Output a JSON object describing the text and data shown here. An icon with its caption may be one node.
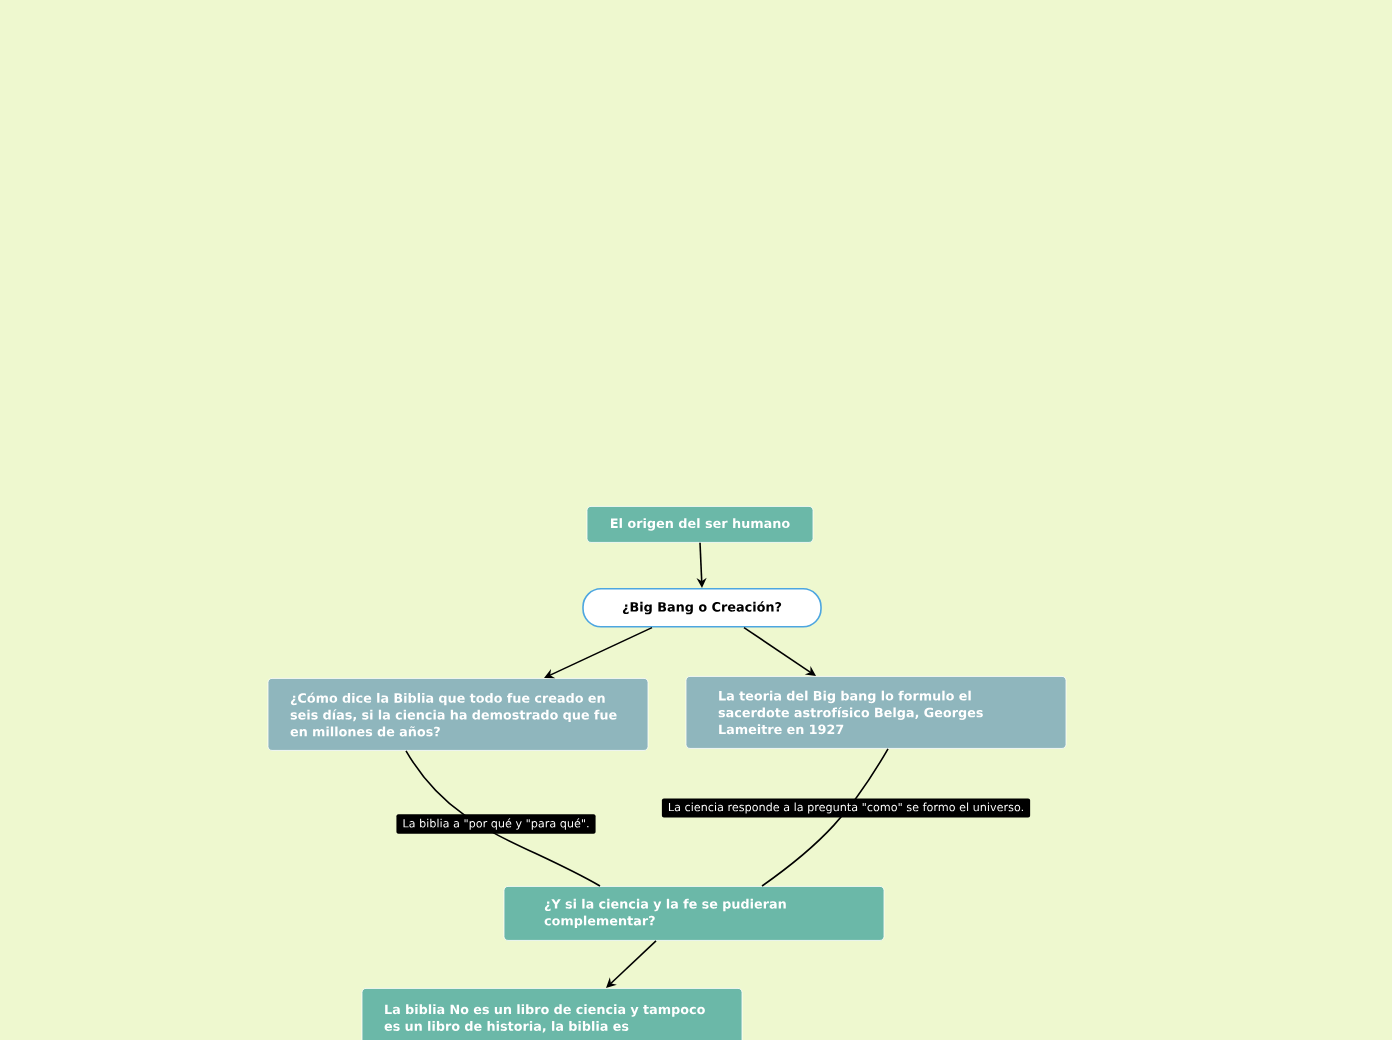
{
  "diagram": {
    "nodes": [
      {
        "text": [
          "El origen del ser humano"
        ]
      },
      {
        "text": [
          "¿Big Bang o Creación?"
        ]
      },
      {
        "text": [
          "¿Cómo dice la Biblia que todo fue creado en seis días, si la ciencia ha demostrado que fue en millones de años?"
        ]
      },
      {
        "text": [
          "La teoria del Big bang lo formulo el sacerdote astrofísico Belga, Georges Lameitre en 1927"
        ]
      },
      {
        "text": [
          "¿Y si la ciencia y la fe se pudieran complementar?"
        ]
      },
      {
        "text": [
          "La biblia No es un libro de ciencia y tampoco es un libro de historia, la biblia es"
        ]
      }
    ],
    "edges": [
      {
        "from": 0,
        "to": 1,
        "arrow": "to"
      },
      {
        "from": 1,
        "to": 2,
        "arrow": "to"
      },
      {
        "from": 1,
        "to": 3,
        "arrow": "to"
      },
      {
        "from": 2,
        "to": 4,
        "arrow": "none",
        "label": "La biblia a \"por qué y \"para qué\"."
      },
      {
        "from": 3,
        "to": 4,
        "arrow": "none",
        "label": "La ciencia responde a la pregunta \"como\" se formo el universo."
      },
      {
        "from": 4,
        "to": 5,
        "arrow": "to"
      }
    ]
  }
}
